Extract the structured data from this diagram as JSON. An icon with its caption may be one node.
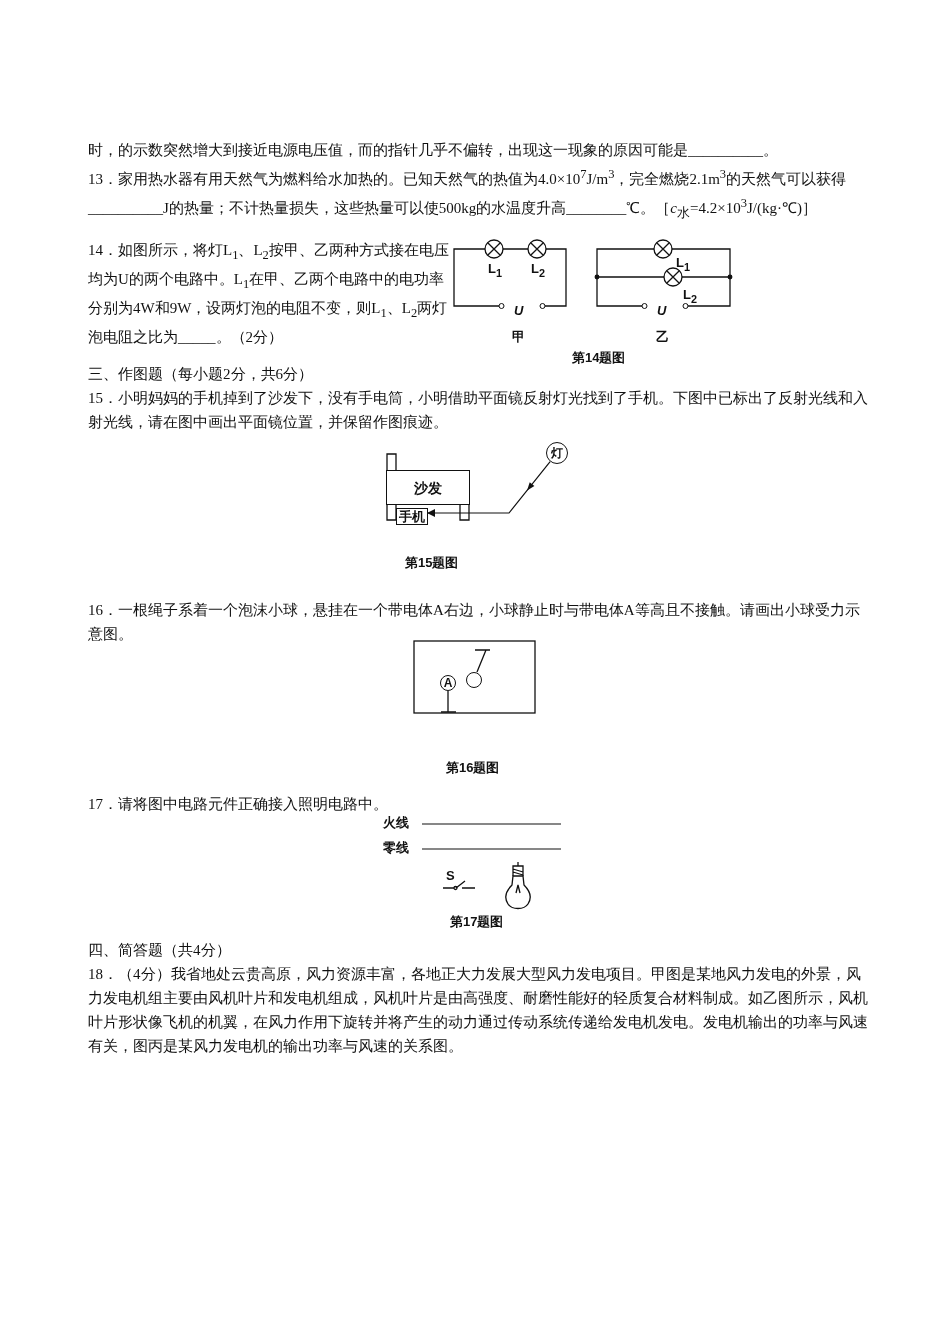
{
  "diagram": {
    "nodes": [
      {
        "text": [
          "沙发"
        ]
      },
      {
        "text": [
          "手机"
        ]
      },
      {
        "text": [
          "灯"
        ]
      },
      {
        "text": [
          "A"
        ]
      },
      {
        "text": [],
        "shape": "circle"
      }
    ],
    "edges": [
      {
        "from": 2,
        "to": 1,
        "arrow": "to"
      }
    ],
    "labels": [
      "时，的示数突然增大到接近电源电压值，而的指针几乎不偏转，出现这一现象的原因可能是__________。",
      "13．家用热水器有用天然气为燃料给水加热的。已知天然气的热值为4.0×10$^{7}$J/m$^{3}$，完全燃烧2.1m$^{3}$的天然气可以获得__________J的热量；不计热量损失，这些热量可以使500kg的水温度升高________℃。［*c*$_{水}$=4.2×10$^{3}$J/(kg·℃)］",
      "14．如图所示，将灯L$_{1}$、L$_{2}$按甲、乙两种方式接在电压均为U的两个电路中。L$_{1}$在甲、乙两个电路中的电功率分别为4W和9W，设两灯泡的电阻不变，则L$_{1}$、L$_{2}$两灯泡电阻之比为_____。（2分）",
      "L$_{1}$",
      "L$_{2}$",
      "U",
      "甲",
      "L$_{1}$",
      "L$_{2}$",
      "U",
      "乙",
      "第14题图",
      "三、作图题（每小题2分，共6分）",
      "15．小明妈妈的手机掉到了沙发下，没有手电筒，小明借助平面镜反射灯光找到了手机。下图中已标出了反射光线和入射光线，请在图中画出平面镜位置，并保留作图痕迹。",
      "第15题图",
      "16．一根绳子系着一个泡沫小球，悬挂在一个带电体A右边，小球静止时与带电体A等高且不接触。请画出小球受力示意图。",
      "第16题图",
      "17．请将图中电路元件正确接入照明电路中。",
      "火线",
      "零线",
      "S",
      "第17题图",
      "四、简答题（共4分）",
      "18．（4分）我省地处云贵高原，风力资源丰富，各地正大力发展大型风力发电项目。甲图是某地风力发电的外景，风力发电机组主要由风机叶片和发电机组成，风机叶片是由高强度、耐磨性能好的轻质复合材料制成。如乙图所示，风机叶片形状像飞机的机翼，在风力作用下旋转并将产生的动力通过传动系统传递给发电机发电。发电机输出的功率与风速有关，图丙是某风力发电机的输出功率与风速的关系图。"
    ]
  }
}
